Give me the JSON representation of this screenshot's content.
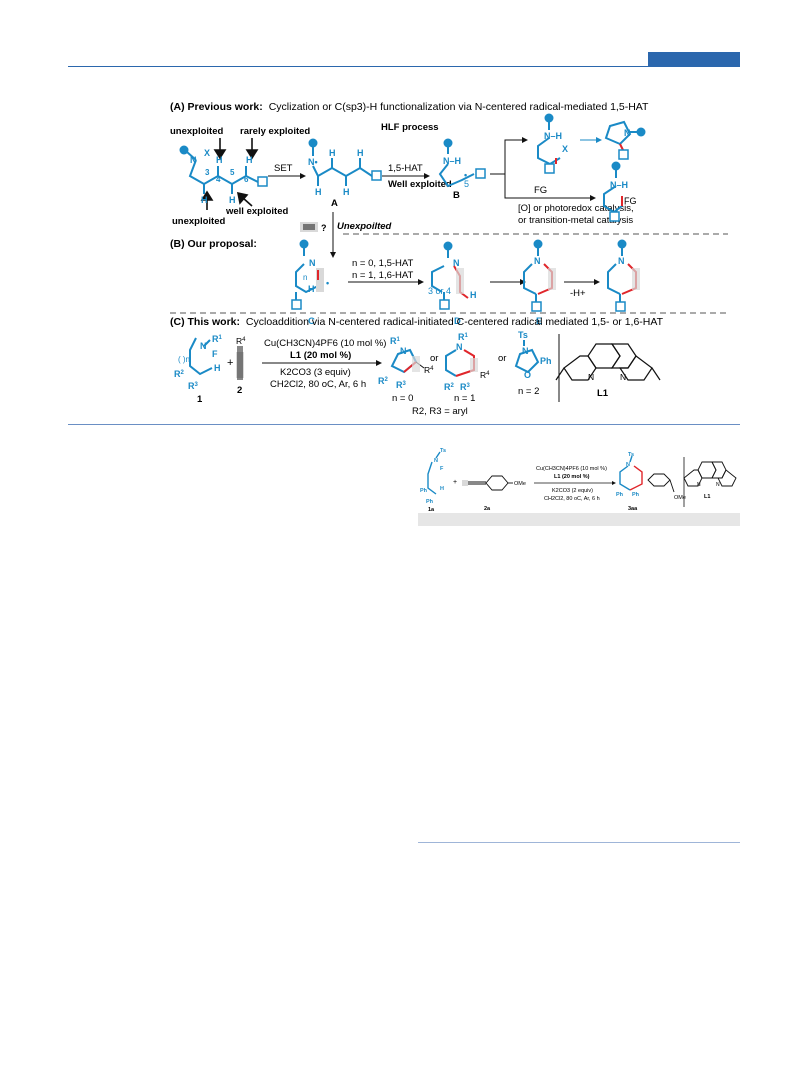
{
  "scheme": {
    "sectionA": {
      "label": "(A) Previous work:",
      "text": "Cyclization or C(sp3)-H functionalization via N-centered radical-mediated 1,5-HAT",
      "unexploited_top": "unexploited",
      "rarely": "rarely exploited",
      "unexploited_bottom": "unexploited",
      "well": "well exploited",
      "set": "SET",
      "hlf": "HLF process",
      "hat": "1,5-HAT",
      "well_exploited": "Well exploited",
      "labelA": "A",
      "labelB": "B",
      "fg": "FG",
      "catalysis1": "[O] or photoredox catalysis,",
      "catalysis2": "or transition-metal catalysis",
      "unexpoilted": "Unexpoilted"
    },
    "sectionB": {
      "label": "(B) Our proposal:",
      "cond1": "n = 0, 1,5-HAT",
      "cond2": "n = 1, 1,6-HAT",
      "three_or_four": "3 or 4",
      "minus_h": "-H+",
      "labelC": "C",
      "labelD": "D",
      "labelE": "E"
    },
    "sectionC": {
      "label": "(C) This work:",
      "text": "Cycloaddition via N-centered radical-initiated C-centered radical mediated 1,5- or 1,6-HAT",
      "reagent1": "Cu(CH3CN)4PF6 (10 mol %)",
      "reagent2": "L1 (20 mol %)",
      "reagent3": "K2CO3 (3 equiv)",
      "reagent4": "CH2Cl2, 80 oC, Ar, 6 h",
      "n0": "n = 0",
      "n1": "n = 1",
      "n2": "n = 2",
      "or": "or",
      "r2r3": "R2, R3 = aryl",
      "label1": "1",
      "label2": "2",
      "L1": "L1"
    }
  },
  "table_scheme": {
    "reagent1": "Cu(CH3CN)4PF6 (10 mol %)",
    "reagent2": "L1 (20 mol %)",
    "reagent3": "K2CO3 (2 equiv)",
    "reagent4": "CH2Cl2, 80 oC, Ar, 6 h",
    "l1a": "1a",
    "l2a": "2a",
    "l3aa": "3aa",
    "L1": "L1",
    "ome": "OMe"
  },
  "colors": {
    "header_blue": "#2b67ad",
    "bond_blue": "#1a8ac6",
    "red": "#e0262b"
  }
}
